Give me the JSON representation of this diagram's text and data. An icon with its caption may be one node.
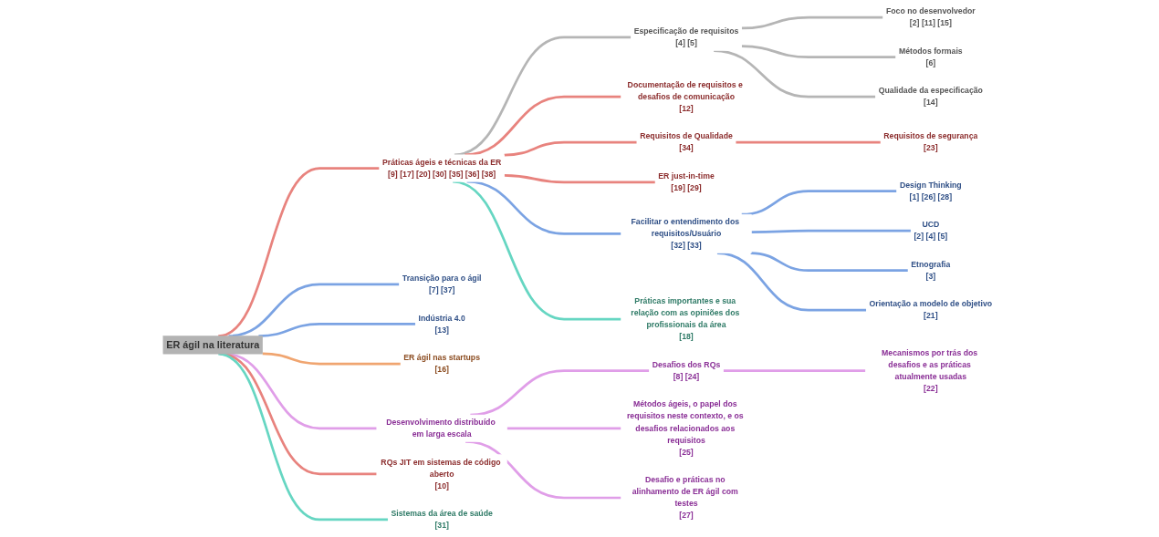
{
  "diagram": {
    "nodes": [
      {
        "text": [
          "ER ágil na literatura"
        ]
      },
      {
        "text": [
          "Práticas ágeis e técnicas da ER",
          "[9] [17] [20] [30] [35] [36] [38]"
        ]
      },
      {
        "text": [
          "Especificação de requisitos",
          "[4] [5]"
        ]
      },
      {
        "text": [
          "Foco no desenvolvedor",
          "[2] [11] [15]"
        ]
      },
      {
        "text": [
          "Métodos formais",
          "[6]"
        ]
      },
      {
        "text": [
          "Qualidade da especificação",
          "[14]"
        ]
      },
      {
        "text": [
          "Documentação de requisitos e desafios de comunicação",
          "[12]"
        ]
      },
      {
        "text": [
          "Requisitos de Qualidade",
          "[34]"
        ]
      },
      {
        "text": [
          "Requisitos de segurança",
          "[23]"
        ]
      },
      {
        "text": [
          "ER just-in-time",
          "[19] [29]"
        ]
      },
      {
        "text": [
          "Facilitar o entendimento dos requisitos/Usuário",
          "[32] [33]"
        ]
      },
      {
        "text": [
          "Design Thinking",
          "[1] [26] [28]"
        ]
      },
      {
        "text": [
          "UCD",
          "[2] [4] [5]"
        ]
      },
      {
        "text": [
          "Etnografia",
          "[3]"
        ]
      },
      {
        "text": [
          "Orientação a modelo de objetivo",
          "[21]"
        ]
      },
      {
        "text": [
          "Práticas importantes e sua relação com as opiniões dos profissionais da área",
          "[18]"
        ]
      },
      {
        "text": [
          "Transição para o ágil",
          "[7] [37]"
        ]
      },
      {
        "text": [
          "Indústria 4.0",
          "[13]"
        ]
      },
      {
        "text": [
          "ER ágil nas startups",
          "[16]"
        ]
      },
      {
        "text": [
          "Desenvolvimento distribuído em larga escala"
        ]
      },
      {
        "text": [
          "Desafios dos RQs",
          "[8] [24]"
        ]
      },
      {
        "text": [
          "Mecanismos por trás dos desafios e as práticas atualmente usadas",
          "[22]"
        ]
      },
      {
        "text": [
          "Métodos ágeis, o papel dos requisitos neste contexto, e os desafios relacionados aos requisitos",
          "[25]"
        ]
      },
      {
        "text": [
          "Desafio e práticas no alinhamento de ER ágil com testes",
          "[27]"
        ]
      },
      {
        "text": [
          "RQs JIT em sistemas de código aberto",
          "[10]"
        ]
      },
      {
        "text": [
          "Sistemas da área de saúde",
          "[31]"
        ]
      }
    ],
    "edges": [
      {
        "from": 0,
        "to": 1,
        "arrow": "none",
        "color": "#e8837e"
      },
      {
        "from": 1,
        "to": 2,
        "arrow": "none",
        "color": "#b5b5b5"
      },
      {
        "from": 2,
        "to": 3,
        "arrow": "none",
        "color": "#b5b5b5"
      },
      {
        "from": 2,
        "to": 4,
        "arrow": "none",
        "color": "#b5b5b5"
      },
      {
        "from": 2,
        "to": 5,
        "arrow": "none",
        "color": "#b5b5b5"
      },
      {
        "from": 1,
        "to": 6,
        "arrow": "none",
        "color": "#e8837e"
      },
      {
        "from": 1,
        "to": 7,
        "arrow": "none",
        "color": "#e8837e"
      },
      {
        "from": 7,
        "to": 8,
        "arrow": "none",
        "color": "#e8837e"
      },
      {
        "from": 1,
        "to": 9,
        "arrow": "none",
        "color": "#e8837e"
      },
      {
        "from": 1,
        "to": 10,
        "arrow": "none"
      },
      {
        "from": 10,
        "to": 11,
        "arrow": "none"
      },
      {
        "from": 10,
        "to": 12,
        "arrow": "none"
      },
      {
        "from": 10,
        "to": 13,
        "arrow": "none"
      },
      {
        "from": 10,
        "to": 14,
        "arrow": "none"
      },
      {
        "from": 1,
        "to": 15,
        "arrow": "none",
        "color": "#66d6c2"
      },
      {
        "from": 0,
        "to": 16,
        "arrow": "none"
      },
      {
        "from": 0,
        "to": 17,
        "arrow": "none"
      },
      {
        "from": 0,
        "to": 18,
        "arrow": "none",
        "color": "#f0a570"
      },
      {
        "from": 0,
        "to": 19,
        "arrow": "none",
        "color": "#e09ee8"
      },
      {
        "from": 19,
        "to": 20,
        "arrow": "none",
        "color": "#e09ee8"
      },
      {
        "from": 20,
        "to": 21,
        "arrow": "none",
        "color": "#e09ee8"
      },
      {
        "from": 19,
        "to": 22,
        "arrow": "none",
        "color": "#e09ee8"
      },
      {
        "from": 19,
        "to": 23,
        "arrow": "none",
        "color": "#e09ee8"
      },
      {
        "from": 0,
        "to": 24,
        "arrow": "none",
        "color": "#e8837e"
      },
      {
        "from": 0,
        "to": 25,
        "arrow": "none",
        "color": "#66d6c2"
      }
    ]
  }
}
